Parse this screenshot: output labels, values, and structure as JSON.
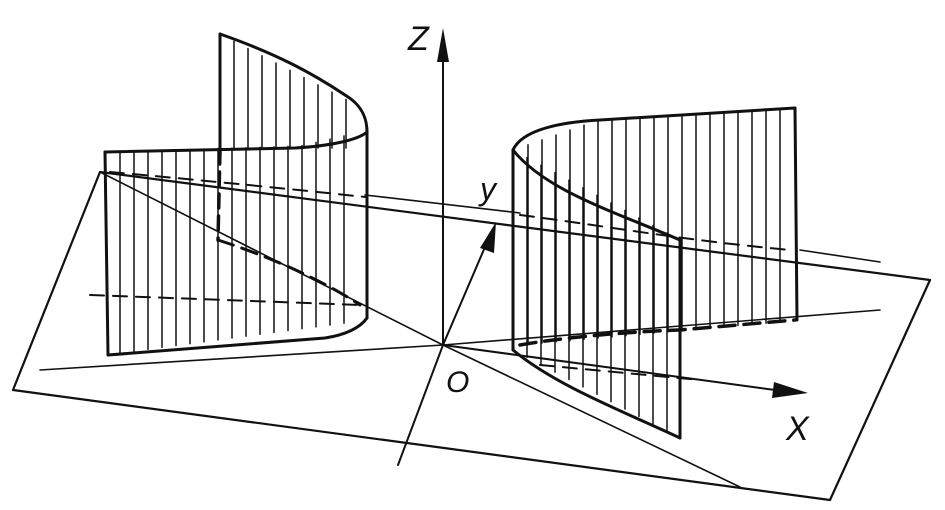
{
  "figure": {
    "labels": {
      "z_axis": "Z",
      "y_axis": "y",
      "x_axis": "X",
      "origin": "O"
    },
    "colors": {
      "ink": "#111111",
      "background": "#ffffff"
    }
  }
}
